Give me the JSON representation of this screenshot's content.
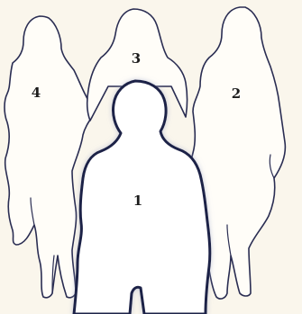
{
  "figures": [
    {
      "id": "1",
      "label": "1"
    },
    {
      "id": "2",
      "label": "2"
    },
    {
      "id": "3",
      "label": "3"
    },
    {
      "id": "4",
      "label": "4"
    }
  ],
  "colors": {
    "background": "#faf6ec",
    "outline": "#2a2d52",
    "fill": "#fffdf8"
  }
}
